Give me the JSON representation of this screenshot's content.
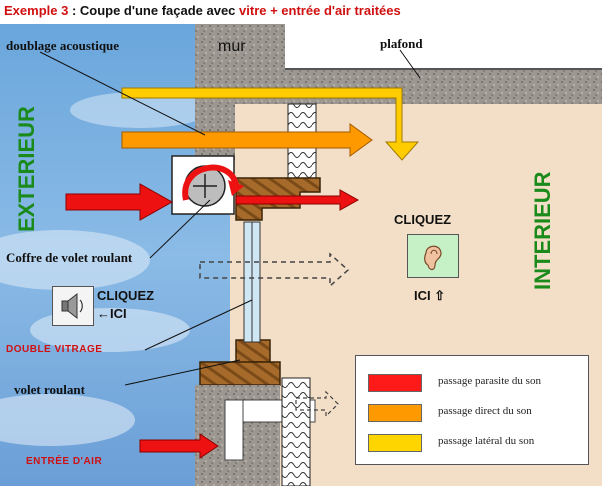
{
  "title": {
    "prefix": "Exemple 3",
    "middle": " : Coupe d'une façade avec ",
    "highlight": "vitre + entrée d'air traitées"
  },
  "labels": {
    "doublage": "doublage acoustique",
    "mur": "mur",
    "plafond": "plafond",
    "exterieur": "EXTERIEUR",
    "interieur": "INTERIEUR",
    "coffre": "Coffre de volet roulant",
    "double_vitrage": "DOUBLE VITRAGE",
    "volet": "volet roulant",
    "entree_air": "ENTRÉE D'AIR"
  },
  "buttons": {
    "ear_top": "CLIQUEZ",
    "ear_bottom": "ICI",
    "speaker_top": "CLIQUEZ",
    "speaker_bottom": "ICI"
  },
  "legend": {
    "items": [
      {
        "color": "#ff1a1a",
        "label": "passage parasite du son"
      },
      {
        "color": "#ff9900",
        "label": "passage direct du son"
      },
      {
        "color": "#ffd500",
        "label": "passage latéral du son"
      }
    ]
  },
  "colors": {
    "parasite": "#ee1111",
    "direct": "#ff9900",
    "lateral": "#ffcc00",
    "text_green": "#1a8a1a",
    "text_red": "#d01010"
  },
  "icons": {
    "ear": "ear-icon",
    "speaker": "speaker-icon",
    "arrow_up": "arrow-up-icon",
    "arrow_left": "arrow-left-icon"
  }
}
